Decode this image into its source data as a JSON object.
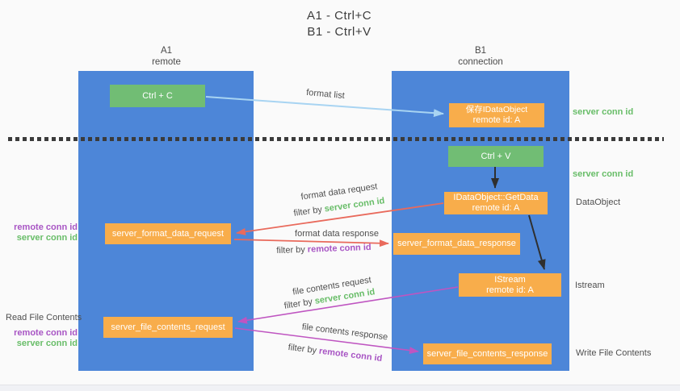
{
  "title": {
    "line1": "A1 - Ctrl+C",
    "line2": "B1 - Ctrl+V"
  },
  "lanes": {
    "a1": {
      "title": "A1",
      "subtitle": "remote"
    },
    "b1": {
      "title": "B1",
      "subtitle": "connection"
    }
  },
  "nodes": {
    "ctrl_c": {
      "label": "Ctrl + C"
    },
    "save_dataobject": {
      "line1": "保存IDataObject",
      "line2": "remote id: A"
    },
    "ctrl_v": {
      "label": "Ctrl + V"
    },
    "getdata": {
      "line1": "IDataObject::GetData",
      "line2": "remote id: A"
    },
    "format_request": {
      "label": "server_format_data_request"
    },
    "format_response": {
      "label": "server_format_data_response"
    },
    "istream": {
      "line1": "IStream",
      "line2": "remote id: A"
    },
    "file_request": {
      "label": "server_file_contents_request"
    },
    "file_response": {
      "label": "server_file_contents_response"
    }
  },
  "edge_labels": {
    "format_list": "format list",
    "format_data_request": "format data request",
    "format_data_response": "format data response",
    "file_contents_request": "file contents request",
    "file_contents_response": "file contents response",
    "filter_by": "filter by",
    "server_conn_id": "server conn id",
    "remote_conn_id": "remote conn id"
  },
  "side_labels": {
    "remote_conn_id": "remote conn id",
    "server_conn_id": "server conn id",
    "read_file_contents": "Read File Contents",
    "dataobject": "DataObject",
    "istream": "Istream",
    "write_file_contents": "Write File Contents"
  },
  "colors": {
    "lane_blue": "#4d86d8",
    "node_green": "#71bd74",
    "node_orange": "#f8ad4b",
    "arrow_black": "#2f2f2f",
    "arrow_red": "#e96a5c",
    "arrow_purple": "#bf55c1",
    "arrow_lightblue": "#a8d4f2",
    "text_green": "#68bd68",
    "text_purple": "#a855c4",
    "text_gray": "#4f4f4f"
  }
}
